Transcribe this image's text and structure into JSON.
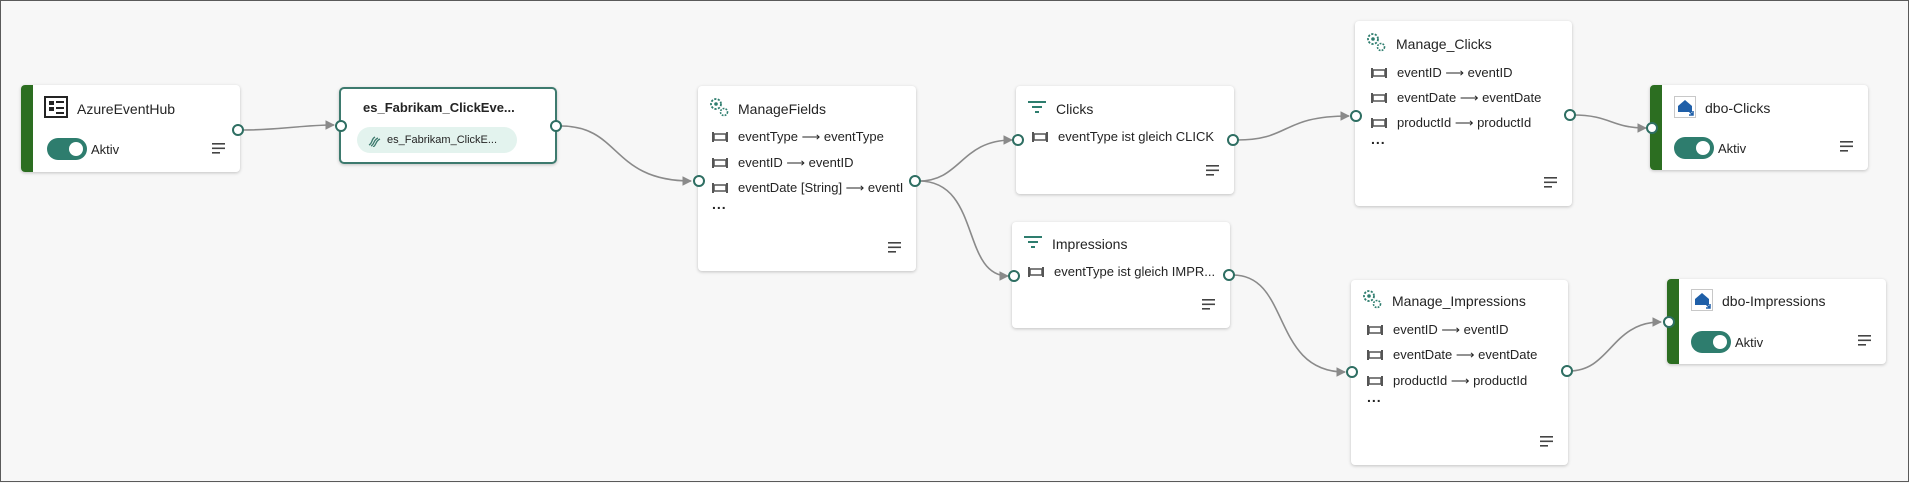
{
  "colors": {
    "accent_bar": "#2c6e21",
    "toggle_on": "#2e7d6e",
    "port_border": "#2e6e62",
    "edge": "#8a8a8a",
    "selected_border": "#3d7a6e"
  },
  "nodes": {
    "source": {
      "title": "AzureEventHub",
      "toggle_label": "Aktiv",
      "toggle_on": true,
      "icon": "event-hub-icon"
    },
    "stream": {
      "title": "es_Fabrikam_ClickEve...",
      "chip_label": "es_Fabrikam_ClickE...",
      "icon": "stream-icon"
    },
    "manage_fields": {
      "title": "ManageFields",
      "icon": "manage-fields-icon",
      "rows": [
        "eventType ⟶ eventType",
        "eventID ⟶ eventID",
        "eventDate [String] ⟶ eventI"
      ],
      "more": "..."
    },
    "clicks_filter": {
      "title": "Clicks",
      "icon": "filter-icon",
      "rows": [
        "eventType ist gleich CLICK"
      ]
    },
    "impressions_filter": {
      "title": "Impressions",
      "icon": "filter-icon",
      "rows": [
        "eventType ist gleich IMPR..."
      ]
    },
    "manage_clicks": {
      "title": "Manage_Clicks",
      "icon": "manage-fields-icon",
      "rows": [
        "eventID ⟶ eventID",
        "eventDate ⟶ eventDate",
        "productId ⟶ productId"
      ],
      "more": "..."
    },
    "manage_impressions": {
      "title": "Manage_Impressions",
      "icon": "manage-fields-icon",
      "rows": [
        "eventID ⟶ eventID",
        "eventDate ⟶ eventDate",
        "productId ⟶ productId"
      ],
      "more": "..."
    },
    "dbo_clicks": {
      "title": "dbo-Clicks",
      "toggle_label": "Aktiv",
      "toggle_on": true,
      "icon": "database-icon"
    },
    "dbo_impressions": {
      "title": "dbo-Impressions",
      "toggle_label": "Aktiv",
      "toggle_on": true,
      "icon": "database-icon"
    }
  }
}
